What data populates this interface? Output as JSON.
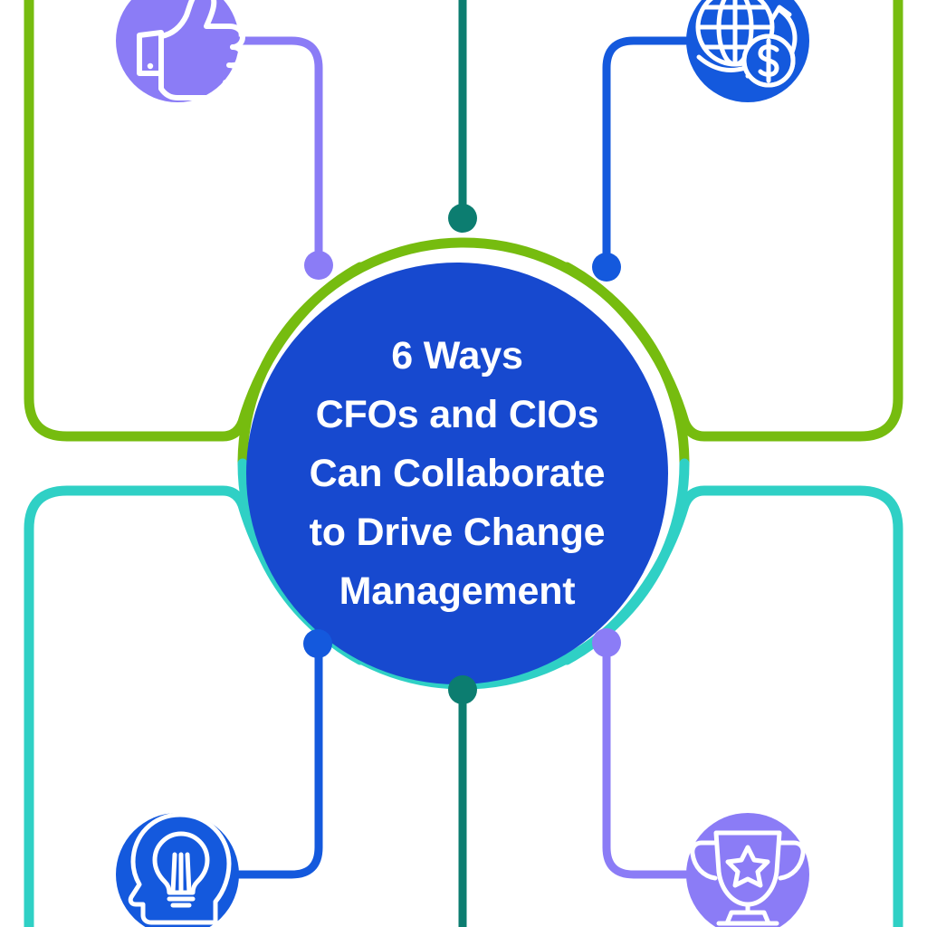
{
  "graphic": {
    "kind": "hub-and-spoke-infographic",
    "background_color": "#ffffff"
  },
  "center": {
    "shape": "circle",
    "fill_color": "#1749cf",
    "title_lines": [
      "6 Ways",
      "CFOs and CIOs",
      "Can Collaborate",
      "to Drive Change",
      "Management"
    ],
    "text_color": "#ffffff"
  },
  "rings": {
    "top_arc_color": "#76bc0f",
    "bottom_arc_color": "#2fd0c5"
  },
  "panels": [
    {
      "name": "top-left-panel",
      "border_color": "#76bc0f"
    },
    {
      "name": "top-right-panel",
      "border_color": "#76bc0f"
    },
    {
      "name": "bottom-left-panel",
      "border_color": "#2fd0c5"
    },
    {
      "name": "bottom-right-panel",
      "border_color": "#2fd0c5"
    }
  ],
  "nodes": [
    {
      "id": "node-thumbs-up",
      "icon": "thumbs-up-icon",
      "badge_color": "#8b7cf6",
      "connector_color": "#8b7cf6",
      "dot_color": "#8b7cf6",
      "position": "top-left"
    },
    {
      "id": "node-global-finance",
      "icon": "globe-dollar-icon",
      "badge_color": "#1459dd",
      "connector_color": "#1459dd",
      "dot_color": "#1459dd",
      "position": "top-right"
    },
    {
      "id": "node-idea",
      "icon": "head-lightbulb-icon",
      "badge_color": "#1459dd",
      "connector_color": "#1459dd",
      "dot_color": "#1459dd",
      "position": "bottom-left"
    },
    {
      "id": "node-trophy",
      "icon": "trophy-star-icon",
      "badge_color": "#8b7cf6",
      "connector_color": "#8b7cf6",
      "dot_color": "#8b7cf6",
      "position": "bottom-right"
    },
    {
      "id": "node-top-center",
      "icon": "none",
      "badge_color": "#0c7d70",
      "connector_color": "#0c7d70",
      "dot_color": "#0c7d70",
      "position": "top-center"
    },
    {
      "id": "node-bottom-center",
      "icon": "none",
      "badge_color": "#0c7d70",
      "connector_color": "#0c7d70",
      "dot_color": "#0c7d70",
      "position": "bottom-center"
    }
  ]
}
